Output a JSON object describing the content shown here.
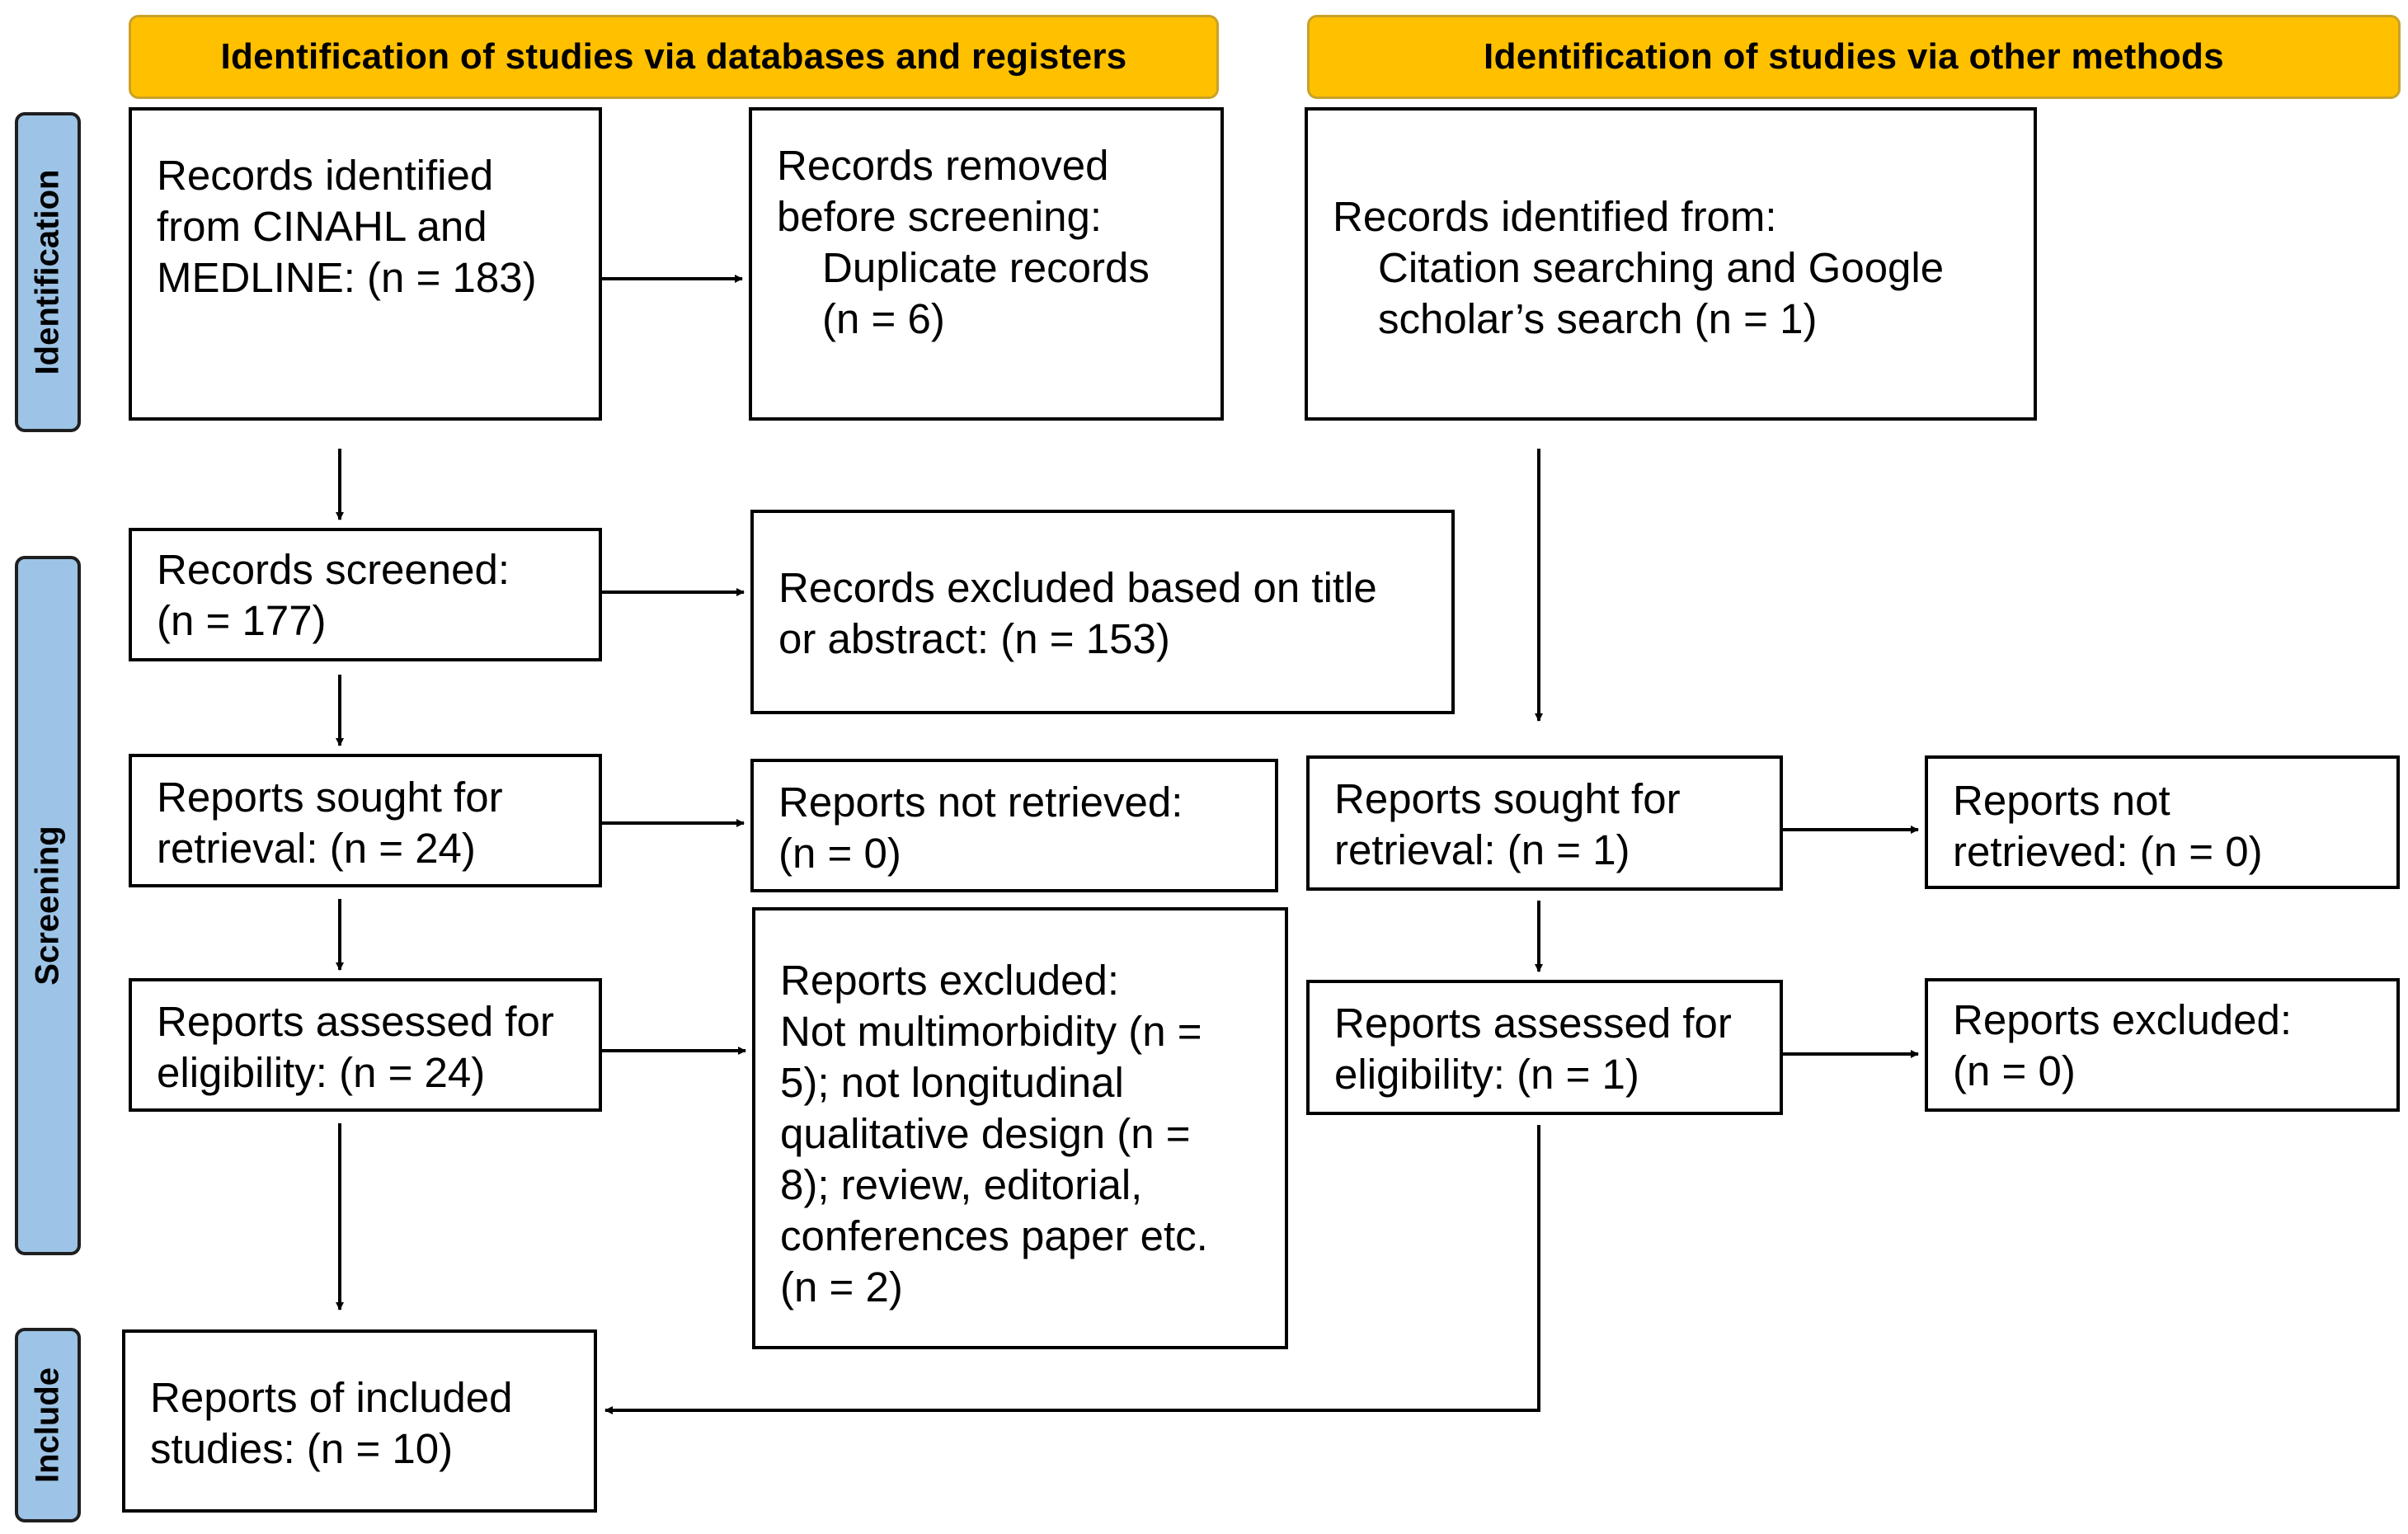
{
  "headers": {
    "databases": "Identification of studies via databases and registers",
    "other": "Identification of studies via other methods"
  },
  "stages": {
    "identification": "Identification",
    "screening": "Screening",
    "include": "Include"
  },
  "boxes": {
    "db_identified": [
      "Records identified",
      "from CINAHL and",
      "MEDLINE: (n = 183)"
    ],
    "db_removed": [
      "Records removed",
      "before screening:",
      "Duplicate records",
      "(n = 6)"
    ],
    "other_identified": [
      "Records identified from:",
      "Citation searching and Google",
      "scholar’s search (n = 1)"
    ],
    "db_screened": [
      "Records screened:",
      "(n = 177)"
    ],
    "db_excluded_title": [
      "Records excluded based on title",
      "or abstract: (n = 153)"
    ],
    "db_sought": [
      "Reports sought for",
      "retrieval: (n = 24)"
    ],
    "db_not_retrieved": [
      "Reports not retrieved:",
      "(n = 0)"
    ],
    "other_sought": [
      "Reports sought for",
      "retrieval: (n = 1)"
    ],
    "other_not_retrieved": [
      "Reports not",
      "retrieved: (n = 0)"
    ],
    "db_assessed": [
      "Reports assessed for",
      "eligibility: (n = 24)"
    ],
    "db_excluded": [
      "Reports excluded:",
      "Not multimorbidity (n =",
      "5); not longitudinal",
      "qualitative design (n =",
      "8); review, editorial,",
      "conferences paper etc.",
      "(n = 2)"
    ],
    "other_assessed": [
      "Reports assessed for",
      "eligibility: (n = 1)"
    ],
    "other_excluded": [
      "Reports excluded:",
      "(n = 0)"
    ],
    "included": [
      "Reports of included",
      "studies: (n = 10)"
    ]
  }
}
